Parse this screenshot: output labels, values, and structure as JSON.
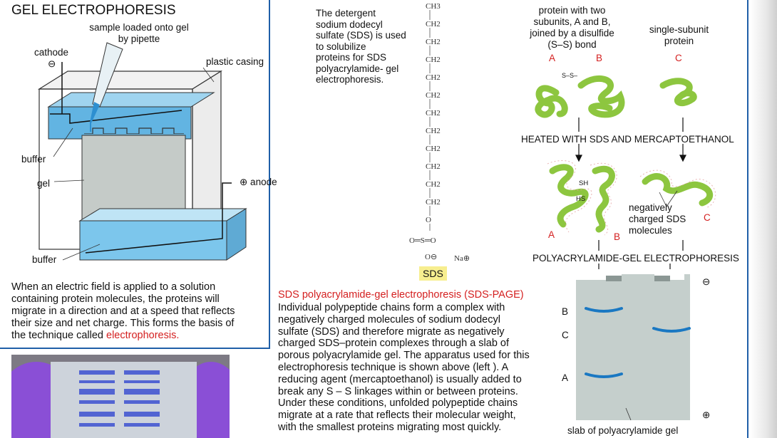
{
  "panel_left": {
    "title": "GEL ELECTROPHORESIS",
    "labels": {
      "sample": "sample loaded onto gel",
      "sample2": "by pipette",
      "cathode": "cathode",
      "cathode_sign": "⊖",
      "plastic": "plastic casing",
      "buffer_top": "buffer",
      "gel": "gel",
      "anode": "⊕ anode",
      "buffer_bottom": "buffer"
    },
    "caption_lines": [
      "When an electric field is applied to a solution",
      "containing protein molecules, the proteins will",
      "migrate in a direction and at a speed that reflects",
      "their size and net charge. This forms the basis of"
    ],
    "caption_last_prefix": "the technique called ",
    "caption_last_red": "electrophoresis."
  },
  "panel_middle": {
    "intro_lines": [
      "The detergent",
      "sodium dodecyl",
      "sulfate (SDS) is used",
      "to solubilize",
      "proteins for SDS",
      "polyacrylamide- gel",
      "electrophoresis."
    ],
    "chem": {
      "ch3": "CH3",
      "ch2": "CH2",
      "o": "O",
      "so": "O═S═O",
      "ominus": "O⊖",
      "na": "Na⊕",
      "badge": "SDS"
    },
    "heading_red": "SDS polyacrylamide-gel electrophoresis (SDS-PAGE)",
    "body_lines": [
      "Individual polypeptide chains form a complex with",
      "negatively charged molecules of sodium dodecyl",
      "sulfate (SDS) and therefore migrate as negatively",
      "charged SDS–protein complexes through a slab of",
      "porous polyacrylamide gel. The apparatus used for this",
      "electrophoresis technique is shown above (left ). A",
      "reducing agent (mercaptoethanol) is usually added to",
      "break any S – S linkages within or between proteins.",
      "Under these conditions, unfolded polypeptide chains",
      "migrate at a rate that reflects their molecular weight,",
      "with the smallest proteins migrating most quickly."
    ]
  },
  "panel_right": {
    "protein_two": [
      "protein with two",
      "subunits, A and B,",
      "joined by a disulfide",
      "(S–S) bond"
    ],
    "single": [
      "single-subunit",
      "protein"
    ],
    "letters": {
      "a": "A",
      "b": "B",
      "c": "C"
    },
    "ss": "S–S–",
    "heated": "HEATED WITH SDS AND MERCAPTOETHANOL",
    "sh": "SH",
    "hs": "HS",
    "neg": [
      "negatively",
      "charged SDS",
      "molecules"
    ],
    "page": "POLYACRYLAMIDE-GEL ELECTROPHORESIS",
    "minus": "⊖",
    "plus": "⊕",
    "slab": "slab of polyacrylamide gel"
  },
  "colors": {
    "red": "#d42020",
    "green": "#8dc63f",
    "blue": "#1f5fa8",
    "band": "#1a78c2",
    "gel": "#c5cfcc"
  }
}
